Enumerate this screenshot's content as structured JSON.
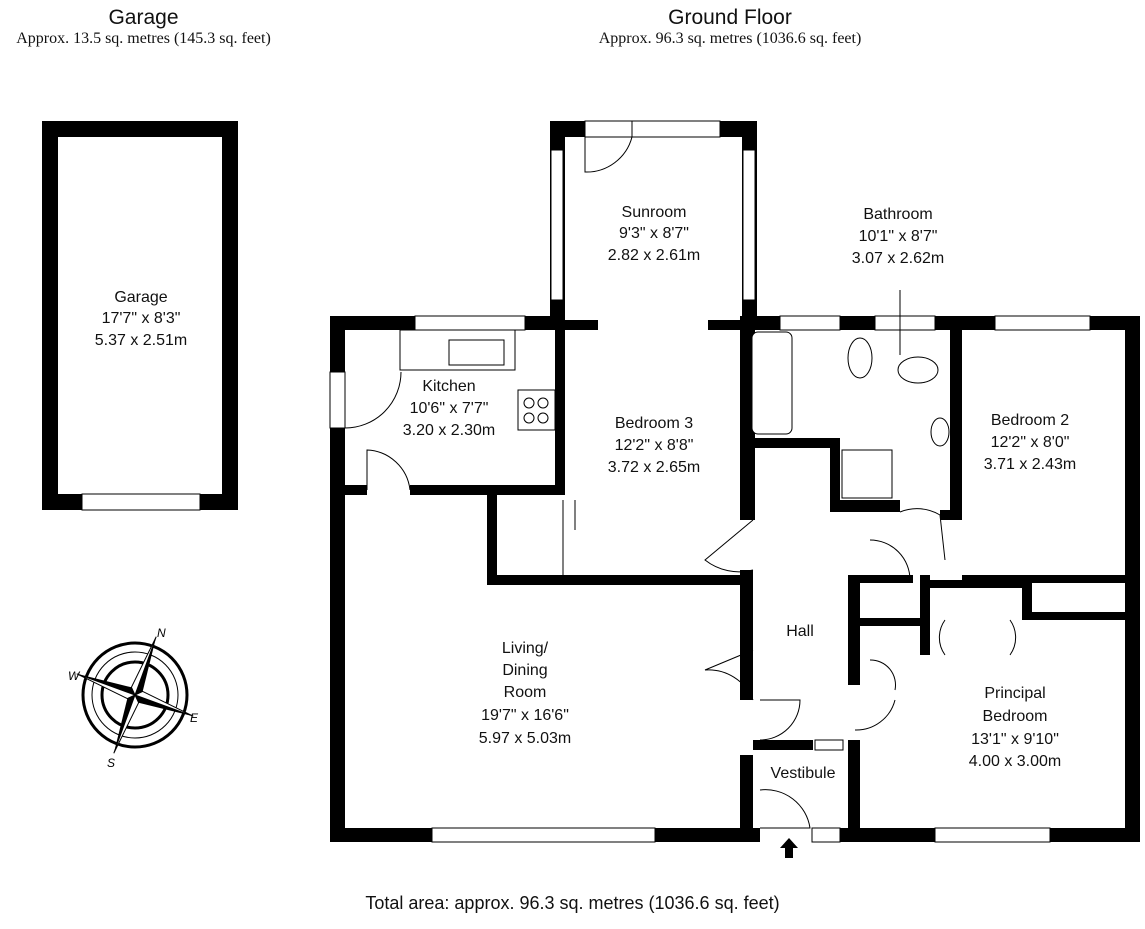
{
  "garage_header": {
    "title": "Garage",
    "area": "Approx. 13.5 sq. metres (145.3 sq. feet)"
  },
  "ground_header": {
    "title": "Ground Floor",
    "area": "Approx. 96.3 sq. metres (1036.6 sq. feet)"
  },
  "rooms": {
    "garage": {
      "name": "Garage",
      "imperial": "17'7\" x 8'3\"",
      "metric": "5.37 x 2.51m"
    },
    "sunroom": {
      "name": "Sunroom",
      "imperial": "9'3\" x 8'7\"",
      "metric": "2.82 x 2.61m"
    },
    "bathroom": {
      "name": "Bathroom",
      "imperial": "10'1\" x 8'7\"",
      "metric": "3.07 x 2.62m"
    },
    "kitchen": {
      "name": "Kitchen",
      "imperial": "10'6\" x 7'7\"",
      "metric": "3.20 x 2.30m"
    },
    "bedroom3": {
      "name": "Bedroom 3",
      "imperial": "12'2\" x 8'8\"",
      "metric": "3.72 x 2.65m"
    },
    "bedroom2": {
      "name": "Bedroom 2",
      "imperial": "12'2\" x 8'0\"",
      "metric": "3.71 x 2.43m"
    },
    "hall": {
      "name": "Hall"
    },
    "living": {
      "name1": "Living/",
      "name2": "Dining",
      "name3": "Room",
      "imperial": "19'7\" x 16'6\"",
      "metric": "5.97 x 5.03m"
    },
    "principal": {
      "name1": "Principal",
      "name2": "Bedroom",
      "imperial": "13'1\" x 9'10\"",
      "metric": "4.00 x 3.00m"
    },
    "vestibule": {
      "name": "Vestibule"
    }
  },
  "compass": {
    "n": "N",
    "s": "S",
    "e": "E",
    "w": "W"
  },
  "total_area": "Total area: approx. 96.3 sq. metres (1036.6 sq. feet)"
}
